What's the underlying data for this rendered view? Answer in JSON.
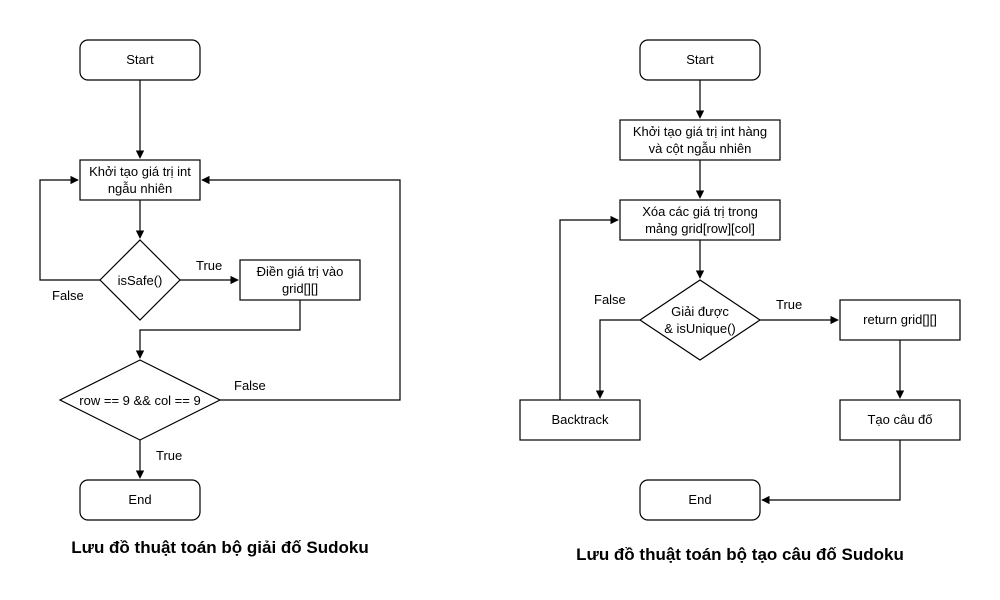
{
  "colors": {
    "stroke": "#000000",
    "fill": "#ffffff",
    "text": "#000000"
  },
  "solver": {
    "start": "Start",
    "init_line1": "Khởi tạo giá trị int",
    "init_line2": "ngẫu nhiên",
    "is_safe": "isSafe()",
    "fill_line1": "Điền giá trị vào",
    "fill_line2": "grid[][]",
    "check": "row == 9 && col == 9",
    "end": "End",
    "label_true_safe": "True",
    "label_false_safe": "False",
    "label_false_check": "False",
    "label_true_check": "True",
    "caption": "Lưu đồ thuật toán bộ giải đố Sudoku"
  },
  "generator": {
    "start": "Start",
    "init_line1": "Khởi tạo giá trị int hàng",
    "init_line2": "và cột ngẫu nhiên",
    "clear_line1": "Xóa các giá trị trong",
    "clear_line2": "mảng grid[row][col]",
    "solve_line1": "Giải được",
    "solve_line2": "& isUnique()",
    "backtrack": "Backtrack",
    "return_grid": "return grid[][]",
    "create_puzzle": "Tạo câu đố",
    "end": "End",
    "label_false": "False",
    "label_true": "True",
    "caption": "Lưu đồ thuật toán bộ tạo câu đố Sudoku"
  }
}
